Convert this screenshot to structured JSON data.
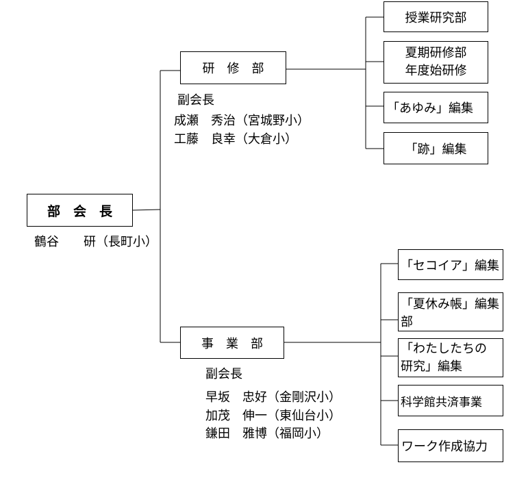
{
  "chairman": {
    "title": "部　会　長",
    "name": "鶴谷　　研（長町小）"
  },
  "kenshu": {
    "title": "研　修　部",
    "role": "副会長",
    "members": [
      "成瀬　秀治（宮城野小）",
      "工藤　良幸（大倉小）"
    ],
    "sections": [
      "授業研究部",
      "夏期研修部",
      "年度始研修",
      "「あゆみ」編集",
      "「跡」編集"
    ]
  },
  "jigyo": {
    "title": "事　業　部",
    "role": "副会長",
    "members": [
      "早坂　忠好（金剛沢小）",
      "加茂　伸一（東仙台小）",
      "鎌田　雅博（福岡小）"
    ],
    "sections": [
      "「セコイア」編集",
      "「夏休み帳」編集部",
      "「わたしたちの",
      "研究」編集",
      "科学館共済事業",
      "ワーク作成協力"
    ]
  }
}
